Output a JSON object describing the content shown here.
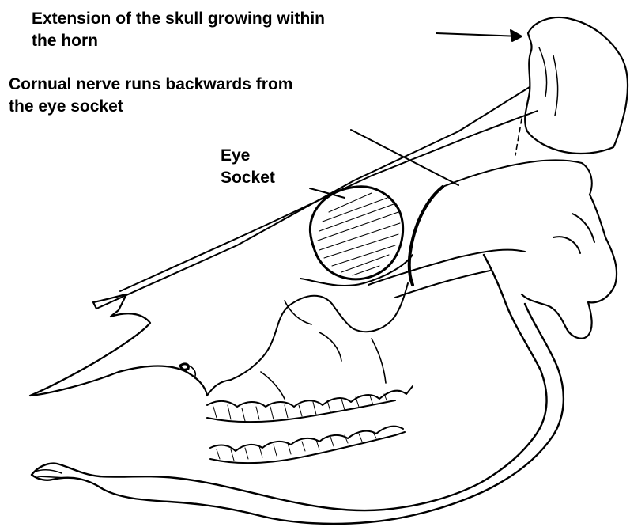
{
  "labels": {
    "extension": {
      "line1": "Extension of the skull growing within",
      "line2": "the horn"
    },
    "cornual": {
      "line1": "Cornual nerve runs backwards from",
      "line2": "the eye socket"
    },
    "eye_socket": {
      "line1": "Eye",
      "line2": "Socket"
    }
  },
  "colors": {
    "ink": "#000000",
    "paper": "#ffffff"
  }
}
